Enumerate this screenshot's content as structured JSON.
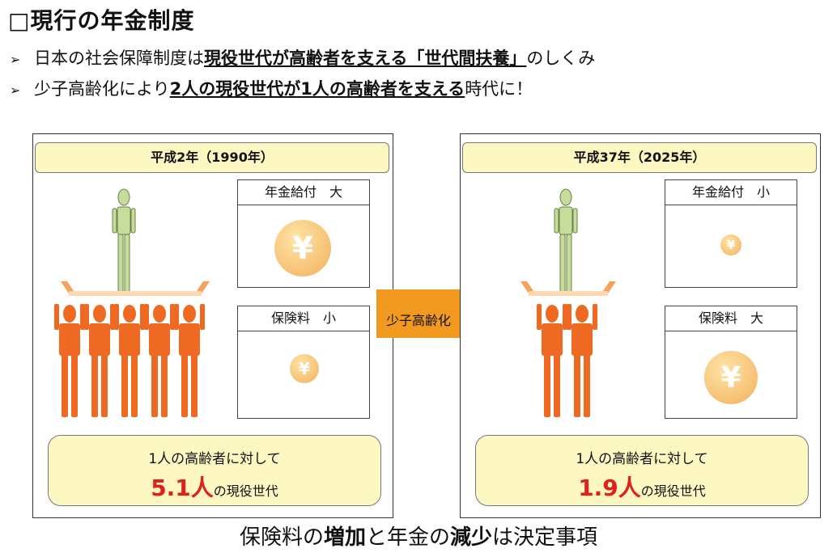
{
  "title": "□現行の年金制度",
  "bullets": [
    {
      "pre": "日本の社会保障制度は",
      "emph": "現役世代が高齢者を支える「世代間扶養」",
      "post": "のしくみ"
    },
    {
      "pre": "少子高齢化により",
      "emph": "2人の現役世代が1人の高齢者を支える",
      "post": "時代に！"
    }
  ],
  "left_panel": {
    "year": "平成2年（1990年）",
    "benefit_label": "年金給付　大",
    "premium_label": "保険料　小",
    "workers_shown": 5,
    "result_line1": "1人の高齢者に対して",
    "result_number": "5.1人",
    "result_suffix": "の現役世代"
  },
  "right_panel": {
    "year": "平成37年（2025年）",
    "benefit_label": "年金給付　小",
    "premium_label": "保険料　大",
    "workers_shown": 2,
    "result_line1": "1人の高齢者に対して",
    "result_number": "1.9人",
    "result_suffix": "の現役世代"
  },
  "arrow_label": "少子高齢化",
  "coin_symbol": "¥",
  "footer": {
    "p1": "保険料の",
    "b1": "増加",
    "p2": "と年金の",
    "b2": "減少",
    "p3": "は決定事項"
  },
  "colors": {
    "worker": "#ee6a22",
    "elder": "#c5dc9a",
    "yellow": "#fdf8c2",
    "accent": "#e0201a",
    "arrow": "#f29a1f"
  }
}
